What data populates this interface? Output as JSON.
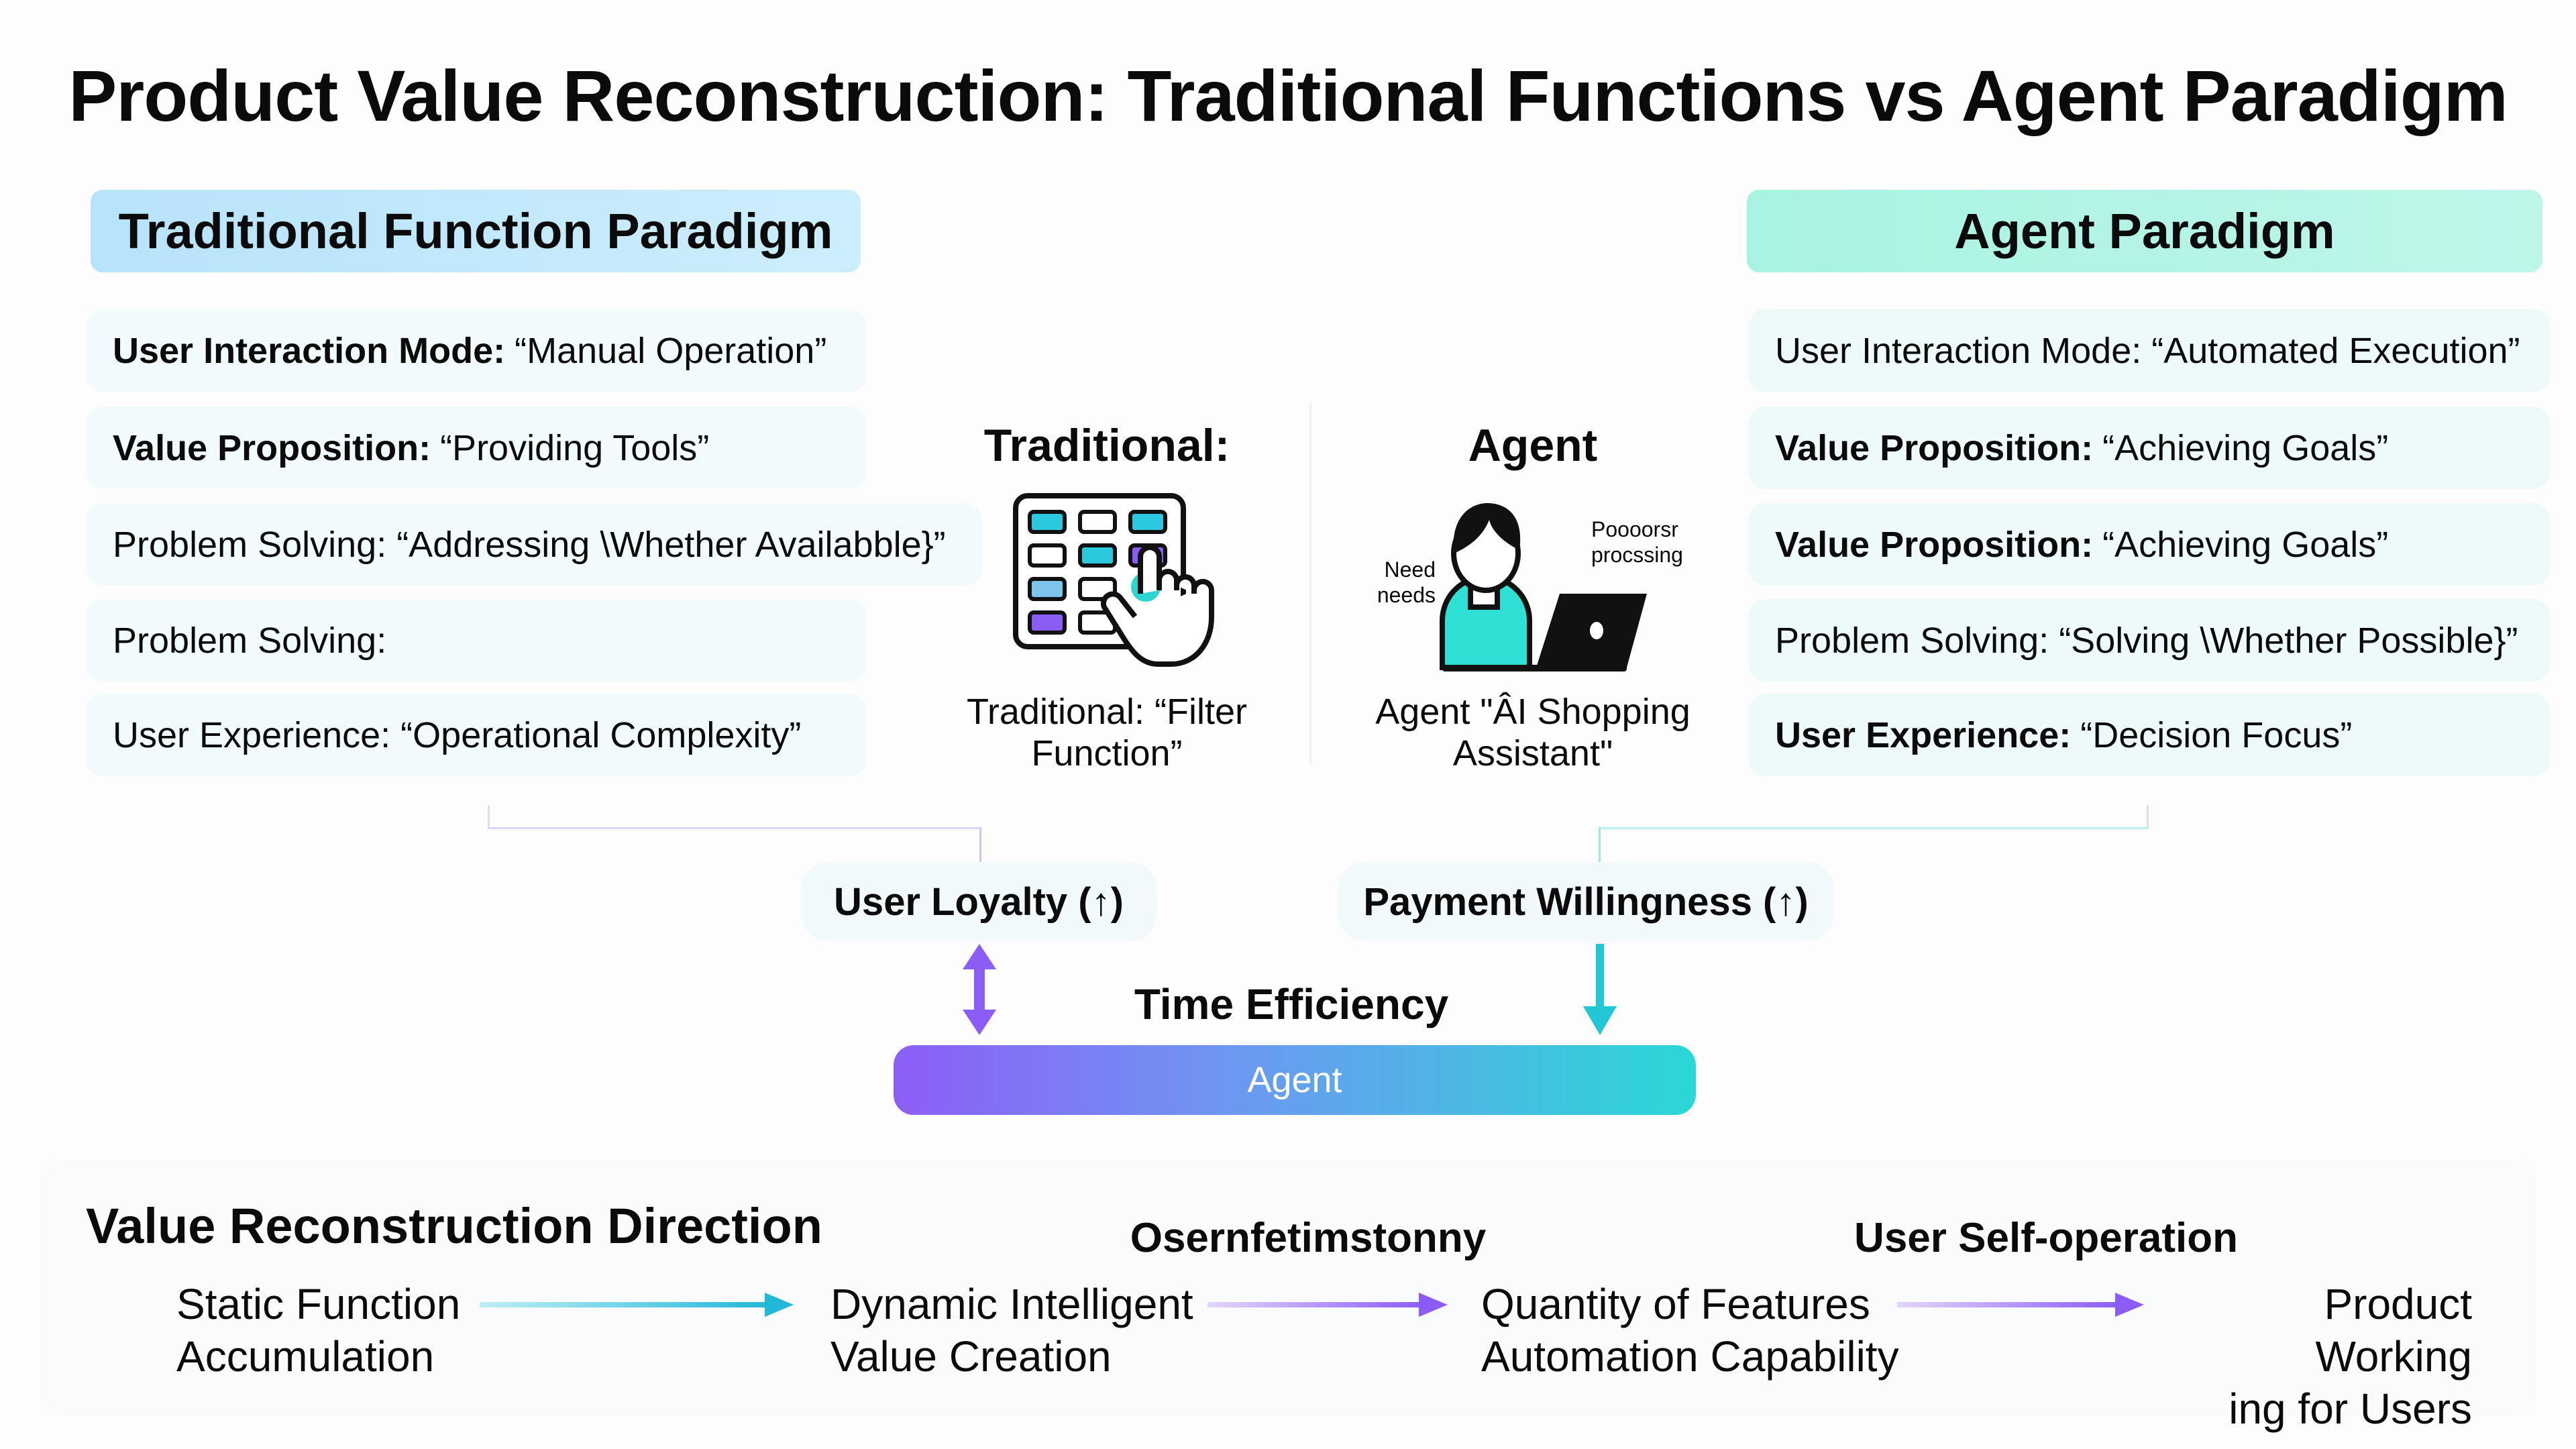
{
  "title": "Product Value Reconstruction: Traditional Functions vs Agent Paradigm",
  "left": {
    "header": "Traditional Function Paradigm",
    "rows": [
      {
        "bold": "User Interaction Mode:",
        "text": "“Manual Operation”"
      },
      {
        "bold": "Value Proposition:",
        "text": "“Providing Tools”"
      },
      {
        "bold": "",
        "text": "Problem Solving: “Addressing \\Whether Availabble}”"
      },
      {
        "bold": "",
        "text": "Problem Solving:"
      },
      {
        "bold": "",
        "text": "User Experience: “Operational Complexity”"
      }
    ]
  },
  "right": {
    "header": "Agent Paradigm",
    "rows": [
      {
        "bold": "",
        "text": "User Interaction Mode: “Automated Execution”"
      },
      {
        "bold": "Value Proposition:",
        "text": "“Achieving Goals”"
      },
      {
        "bold": "Value Proposition:",
        "text": "“Achieving Goals”"
      },
      {
        "bold": "",
        "text": "Problem Solving: “Solving \\Whether Possible}”"
      },
      {
        "bold": "User Experience:",
        "text": "“Decision Focus”"
      }
    ]
  },
  "center": {
    "traditional_title": "Traditional:",
    "traditional_caption": "Traditional: “Filter Function”",
    "agent_title": "Agent",
    "agent_caption": "Agent \"ÂI Shopping Assistant\"",
    "agent_note_left": "Need needs",
    "agent_note_right": "Poooorsr procssing"
  },
  "flow": {
    "loyalty": "User Loyalty (↑)",
    "payment": "Payment Willingness (↑)",
    "time": "Time Efficiency",
    "bar": "Agent"
  },
  "bottom": {
    "heading": "Value Reconstruction Direction",
    "label1": "Osernfetimstonny",
    "label2": "User Self-operation",
    "steps": [
      [
        "Static Function",
        "Accumulation"
      ],
      [
        "Dynamic Intelligent",
        "Value Creation"
      ],
      [
        "Quantity of Features",
        "Automation Capability"
      ],
      [
        "Product Working",
        "ing for Users"
      ]
    ]
  },
  "colors": {
    "purple": "#8b5cf6",
    "teal": "#22c7d6"
  }
}
